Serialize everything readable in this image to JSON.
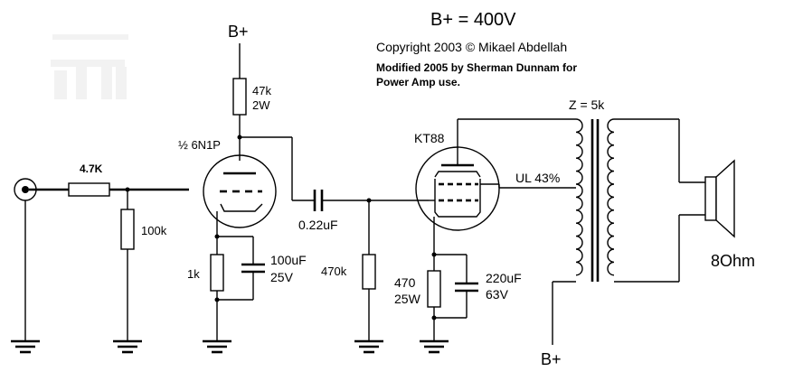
{
  "header": {
    "supply": "B+ = 400V",
    "copyright": "Copyright 2003 © Mikael Abdellah",
    "modified_line1": "Modified 2005 by Sherman Dunnam for",
    "modified_line2": "Power Amp use."
  },
  "labels": {
    "bplus_top": "B+",
    "bplus_bottom": "B+",
    "r_plate_1": "47k",
    "r_plate_2": "2W",
    "tube1": "½ 6N1P",
    "r_input": "4.7K",
    "r_grid1": "100k",
    "r_cathode1": "1k",
    "c_cathode1_1": "100uF",
    "c_cathode1_2": "25V",
    "c_coupling": "0.22uF",
    "r_grid2": "470k",
    "tube2": "KT88",
    "ul_tap": "UL 43%",
    "r_cathode2_1": "470",
    "r_cathode2_2": "25W",
    "c_cathode2_1": "220uF",
    "c_cathode2_2": "63V",
    "transformer": "Z = 5k",
    "speaker": "8Ohm"
  }
}
